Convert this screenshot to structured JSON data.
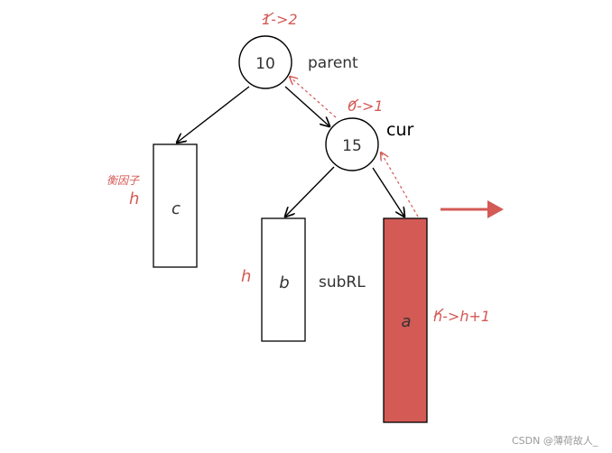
{
  "nodes": {
    "parent_value": "10",
    "parent_label": "parent",
    "parent_bf": "1->2",
    "cur_value": "15",
    "cur_label": "cur",
    "cur_bf": "0->1"
  },
  "subtrees": {
    "c_label": "c",
    "c_note_title": "衡因子",
    "c_height": "h",
    "b_label": "b",
    "b_height": "h",
    "b_name": "subRL",
    "a_label": "a",
    "a_height": "h->h+1"
  },
  "watermark": "CSDN @薄荷故人_",
  "colors": {
    "accent_red": "#d35a55",
    "line": "#000000",
    "text": "#333333"
  }
}
